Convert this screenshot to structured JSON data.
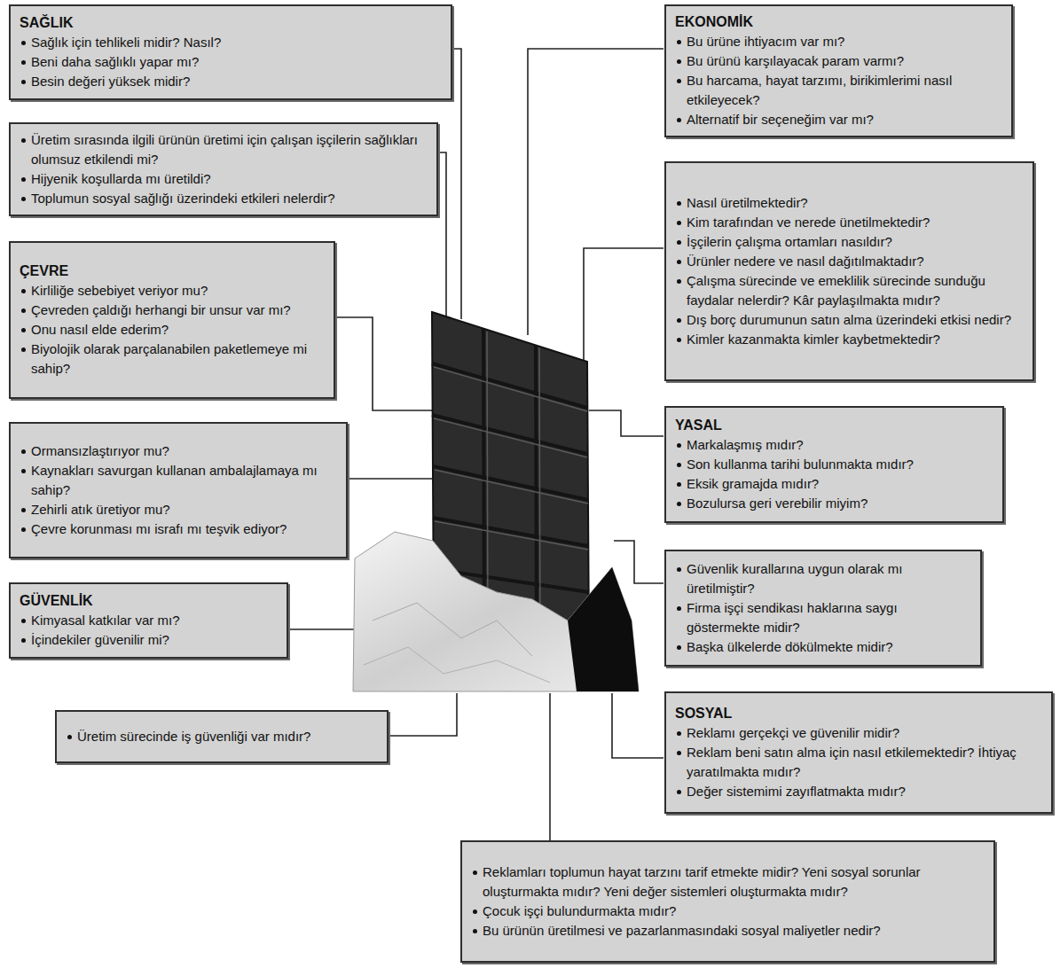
{
  "diagram": {
    "nodes": [
      {
        "text": [
          "SAĞLIK",
          "Sağlık için tehlikeli midir? Nasıl?",
          "Beni daha sağlıklı yapar mı?",
          "Besin değeri yüksek midir?"
        ]
      },
      {
        "text": [
          "Üretim sırasında ilgili ürünün üretimi için çalışan işçilerin sağlıkları olumsuz etkilendi mi?",
          "Hijyenik koşullarda mı üretildi?",
          "Toplumun sosyal sağlığı üzerindeki etkileri nelerdir?"
        ]
      },
      {
        "text": [
          "ÇEVRE",
          "Kirliliğe sebebiyet veriyor mu?",
          "Çevreden çaldığı herhangi bir unsur var mı?",
          "Onu nasıl elde ederim?",
          "Biyolojik olarak parçalanabilen paketlemeye mi sahip?"
        ]
      },
      {
        "text": [
          "Ormansızlaştırıyor mu?",
          "Kaynakları savurgan kullanan ambalajlamaya mı sahip?",
          "Zehirli atık üretiyor mu?",
          "Çevre korunması mı israfı mı teşvik ediyor?"
        ]
      },
      {
        "text": [
          "GÜVENLİK",
          "Kimyasal katkılar var mı?",
          "İçindekiler güvenilir mi?"
        ]
      },
      {
        "text": [
          "Üretim sürecinde iş güvenliği var mıdır?"
        ]
      },
      {
        "text": [
          "EKONOMİK",
          "Bu ürüne ihtiyacım var mı?",
          "Bu ürünü karşılayacak param varmı?",
          "Bu harcama, hayat tarzımı, birikimlerimi nasıl etkileyecek?",
          "Alternatif bir seçeneğim var mı?"
        ]
      },
      {
        "text": [
          "Nasıl üretilmektedir?",
          "Kim tarafından ve nerede ünetilmektedir?",
          "İşçilerin çalışma ortamları nasıldır?",
          "Ürünler nedere ve nasıl dağıtılmaktadır?",
          "Çalışma sürecinde ve emeklilik sürecinde sunduğu faydalar nelerdir? Kâr paylaşılmakta mıdır?",
          "Dış borç durumunun satın alma üzerindeki etkisi nedir?",
          "Kimler kazanmakta kimler kaybetmektedir?"
        ]
      },
      {
        "text": [
          "YASAL",
          "Markalaşmış mıdır?",
          "Son kullanma tarihi bulunmakta mıdır?",
          "Eksik gramajda mıdır?",
          "Bozulursa geri verebilir miyim?"
        ]
      },
      {
        "text": [
          "Güvenlik kurallarına uygun olarak mı üretilmiştir?",
          "Firma işçi sendikası haklarına saygı göstermekte midir?",
          "Başka ülkelerde dökülmekte midir?"
        ]
      },
      {
        "text": [
          "SOSYAL",
          "Reklamı gerçekçi ve güvenilir midir?",
          "Reklam beni satın alma için nasıl etkilemektedir? İhtiyaç yaratılmakta mıdır?",
          "Değer sistemimi zayıflatmakta mıdır?"
        ]
      },
      {
        "text": [
          "Reklamları toplumun hayat tarzını tarif etmekte midir? Yeni sosyal sorunlar oluşturmakta mıdır? Yeni değer sistemleri oluşturmakta mıdır?",
          "Çocuk işçi bulundurmakta mıdır?",
          "Bu ürünün üretilmesi ve pazarlanmasındaki sosyal maliyetler nedir?"
        ]
      }
    ]
  }
}
